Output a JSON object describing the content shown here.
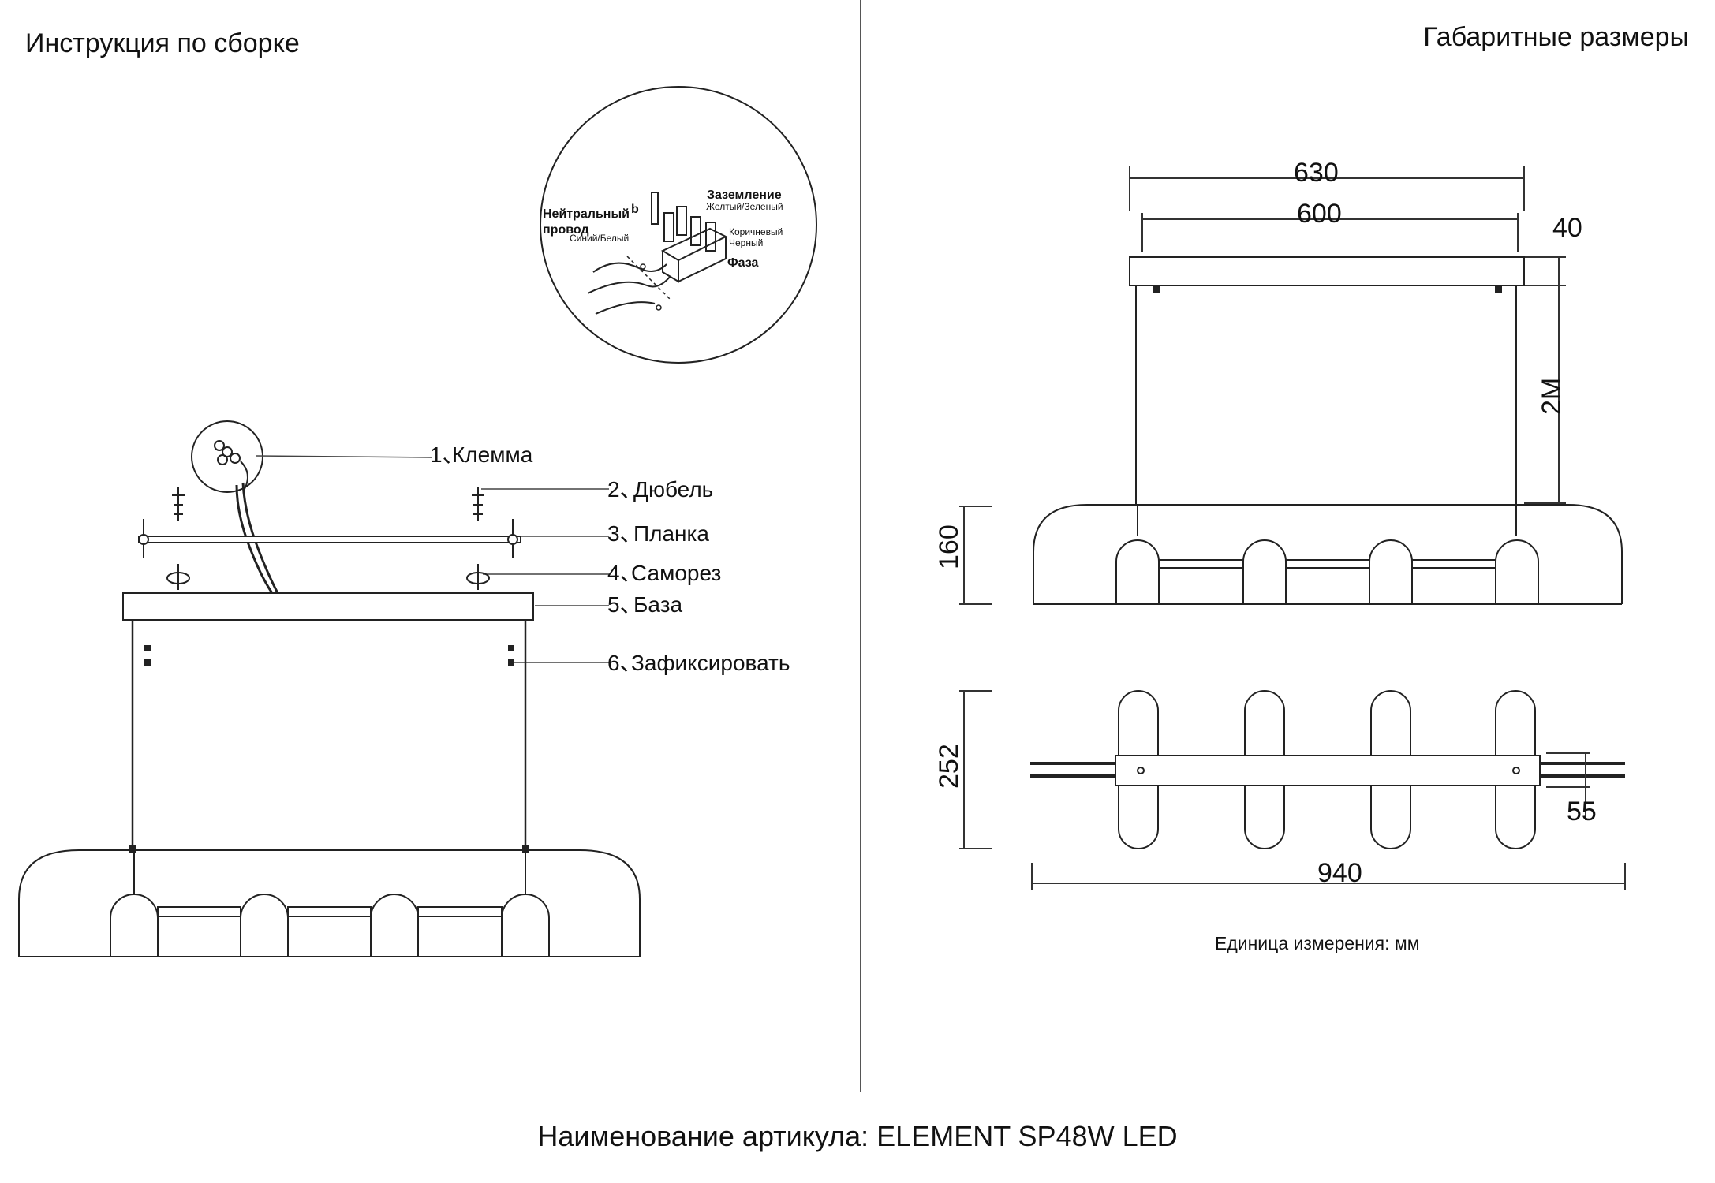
{
  "header": {
    "left_title": "Инструкция по сборке",
    "right_title": "Габаритные размеры"
  },
  "parts": [
    {
      "num": "1、",
      "label": "Клемма"
    },
    {
      "num": "2、",
      "label": "Дюбель"
    },
    {
      "num": "3、",
      "label": "Планка"
    },
    {
      "num": "4、",
      "label": "Саморез"
    },
    {
      "num": "5、",
      "label": "База"
    },
    {
      "num": "6、",
      "label": "Зафиксировать"
    }
  ],
  "wiring_callout": {
    "neutral": "Нейтральный",
    "neutral2": "провод",
    "neutral_color": "Синий/Белый",
    "ground": "Заземление",
    "ground_color": "Желтый/Зеленый",
    "phase_color": "Коричневый",
    "phase_color2": "Черный",
    "phase": "Фаза",
    "letter_b": "b"
  },
  "dimensions": {
    "d630": "630",
    "d600": "600",
    "d40": "40",
    "d2m": "2M",
    "d160": "160",
    "d252": "252",
    "d55": "55",
    "d940": "940"
  },
  "units_note": "Единица измерения: мм",
  "footer": "Наименование артикула: ELEMENT SP48W LED"
}
